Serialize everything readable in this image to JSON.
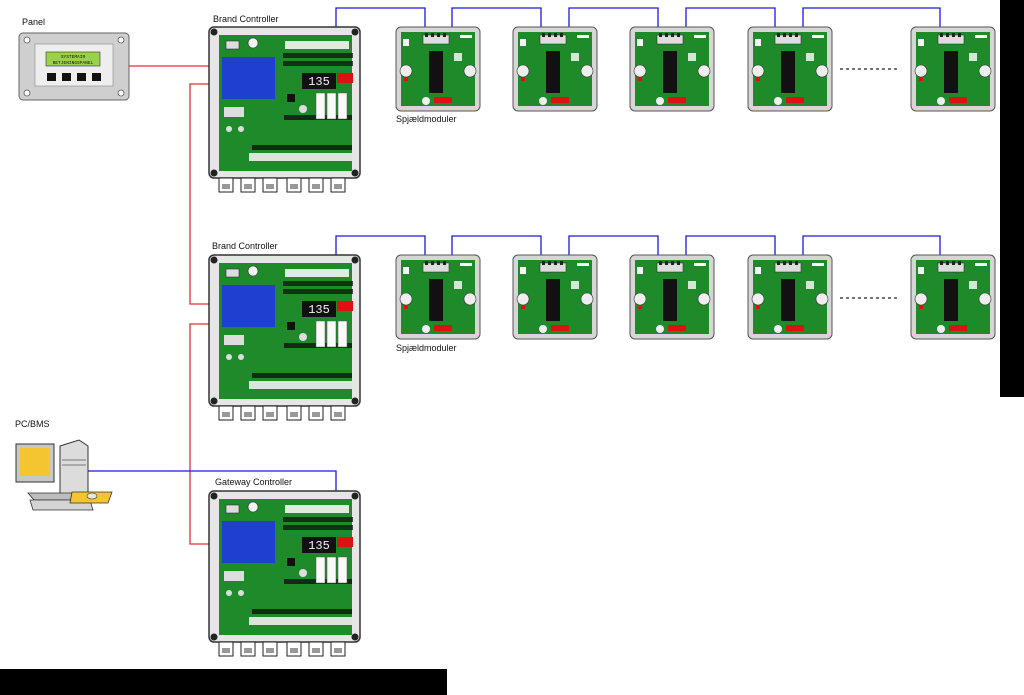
{
  "labels": {
    "panel": "Panel",
    "controller_1": "Brand Controller",
    "controller_2": "Brand Controller",
    "gateway": "Gateway Controller",
    "pc": "PC/BMS",
    "modules_1": "Spjældmoduler",
    "modules_2": "Spjældmoduler"
  },
  "panel_display": {
    "line1": "SYSTEMAIR",
    "line2": "BETJENINGSPANEL"
  },
  "controller_display": "135",
  "colors": {
    "red_link": "#e03030",
    "blue_link": "#1a1adc",
    "pcb_green": "#1f8a2a",
    "pcb_blue": "#1f3fd0",
    "lcd_green": "#9ad14a"
  }
}
